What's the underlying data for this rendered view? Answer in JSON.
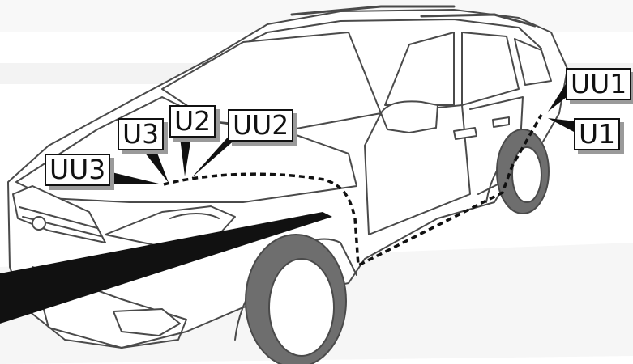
{
  "callouts": {
    "uu1": "UU1",
    "u1": "U1",
    "u2": "U2",
    "u3": "U3",
    "uu2": "UU2",
    "uu3": "UU3"
  },
  "colors": {
    "outline": "#4a4a4a",
    "tire": "#6e6e6e",
    "route": "#111111",
    "pointer": "#111111",
    "watermark": "#f2f2f2"
  }
}
